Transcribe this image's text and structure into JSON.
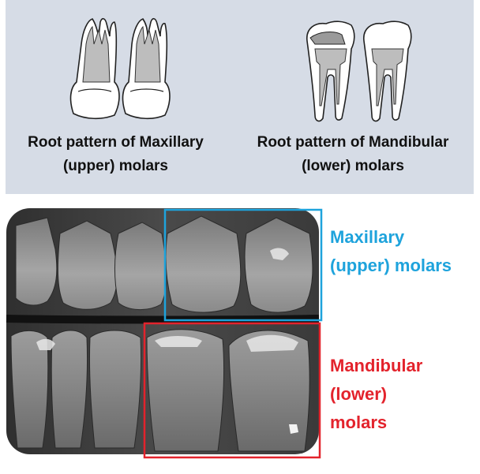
{
  "top_panel": {
    "caption_maxillary": [
      "Root pattern of Maxillary",
      "(upper) molars"
    ],
    "caption_mandibular": [
      "Root pattern of Mandibular",
      "(lower) molars"
    ]
  },
  "xray": {
    "upper_label": [
      "Maxillary",
      "(upper) molars"
    ],
    "lower_label": [
      "Mandibular",
      "(lower)",
      "molars"
    ],
    "colors": {
      "upper": "#1ea3dc",
      "lower": "#e3232c"
    }
  }
}
